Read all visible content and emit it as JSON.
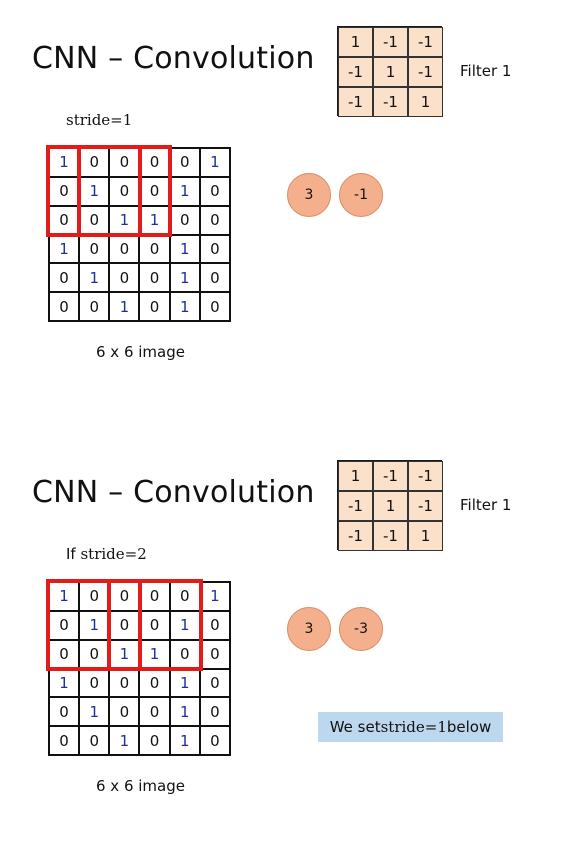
{
  "slides": [
    {
      "title": "CNN – Convolution",
      "stride_prefix": "",
      "stride_label": "stride=1",
      "filter_label": "Filter 1",
      "filter": [
        [
          "1",
          "-1",
          "-1"
        ],
        [
          "-1",
          "1",
          "-1"
        ],
        [
          "-1",
          "-1",
          "1"
        ]
      ],
      "image": [
        [
          "1",
          "0",
          "0",
          "0",
          "0",
          "1"
        ],
        [
          "0",
          "1",
          "0",
          "0",
          "1",
          "0"
        ],
        [
          "0",
          "0",
          "1",
          "1",
          "0",
          "0"
        ],
        [
          "1",
          "0",
          "0",
          "0",
          "1",
          "0"
        ],
        [
          "0",
          "1",
          "0",
          "0",
          "1",
          "0"
        ],
        [
          "0",
          "0",
          "1",
          "0",
          "1",
          "0"
        ]
      ],
      "highlights": [
        {
          "row": 0,
          "col": 0
        },
        {
          "row": 0,
          "col": 1
        }
      ],
      "caption": "6 x 6 image",
      "results": [
        "3",
        "-1"
      ],
      "note_prefix": "",
      "note_stride": "",
      "note_suffix": ""
    },
    {
      "title": "CNN – Convolution",
      "stride_prefix": "If ",
      "stride_label": "stride=2",
      "filter_label": "Filter 1",
      "filter": [
        [
          "1",
          "-1",
          "-1"
        ],
        [
          "-1",
          "1",
          "-1"
        ],
        [
          "-1",
          "-1",
          "1"
        ]
      ],
      "image": [
        [
          "1",
          "0",
          "0",
          "0",
          "0",
          "1"
        ],
        [
          "0",
          "1",
          "0",
          "0",
          "1",
          "0"
        ],
        [
          "0",
          "0",
          "1",
          "1",
          "0",
          "0"
        ],
        [
          "1",
          "0",
          "0",
          "0",
          "1",
          "0"
        ],
        [
          "0",
          "1",
          "0",
          "0",
          "1",
          "0"
        ],
        [
          "0",
          "0",
          "1",
          "0",
          "1",
          "0"
        ]
      ],
      "highlights": [
        {
          "row": 0,
          "col": 0
        },
        {
          "row": 0,
          "col": 2
        }
      ],
      "caption": "6 x 6 image",
      "results": [
        "3",
        "-3"
      ],
      "note_prefix": "We set ",
      "note_stride": "stride=1",
      "note_suffix": " below"
    }
  ],
  "colors": {
    "highlight": "#e21b1b",
    "one_digit": "#1f2f9c",
    "filter_fill": "#fbe1c9",
    "result_fill": "#f4b08c",
    "note_fill": "#bdd7ee"
  }
}
